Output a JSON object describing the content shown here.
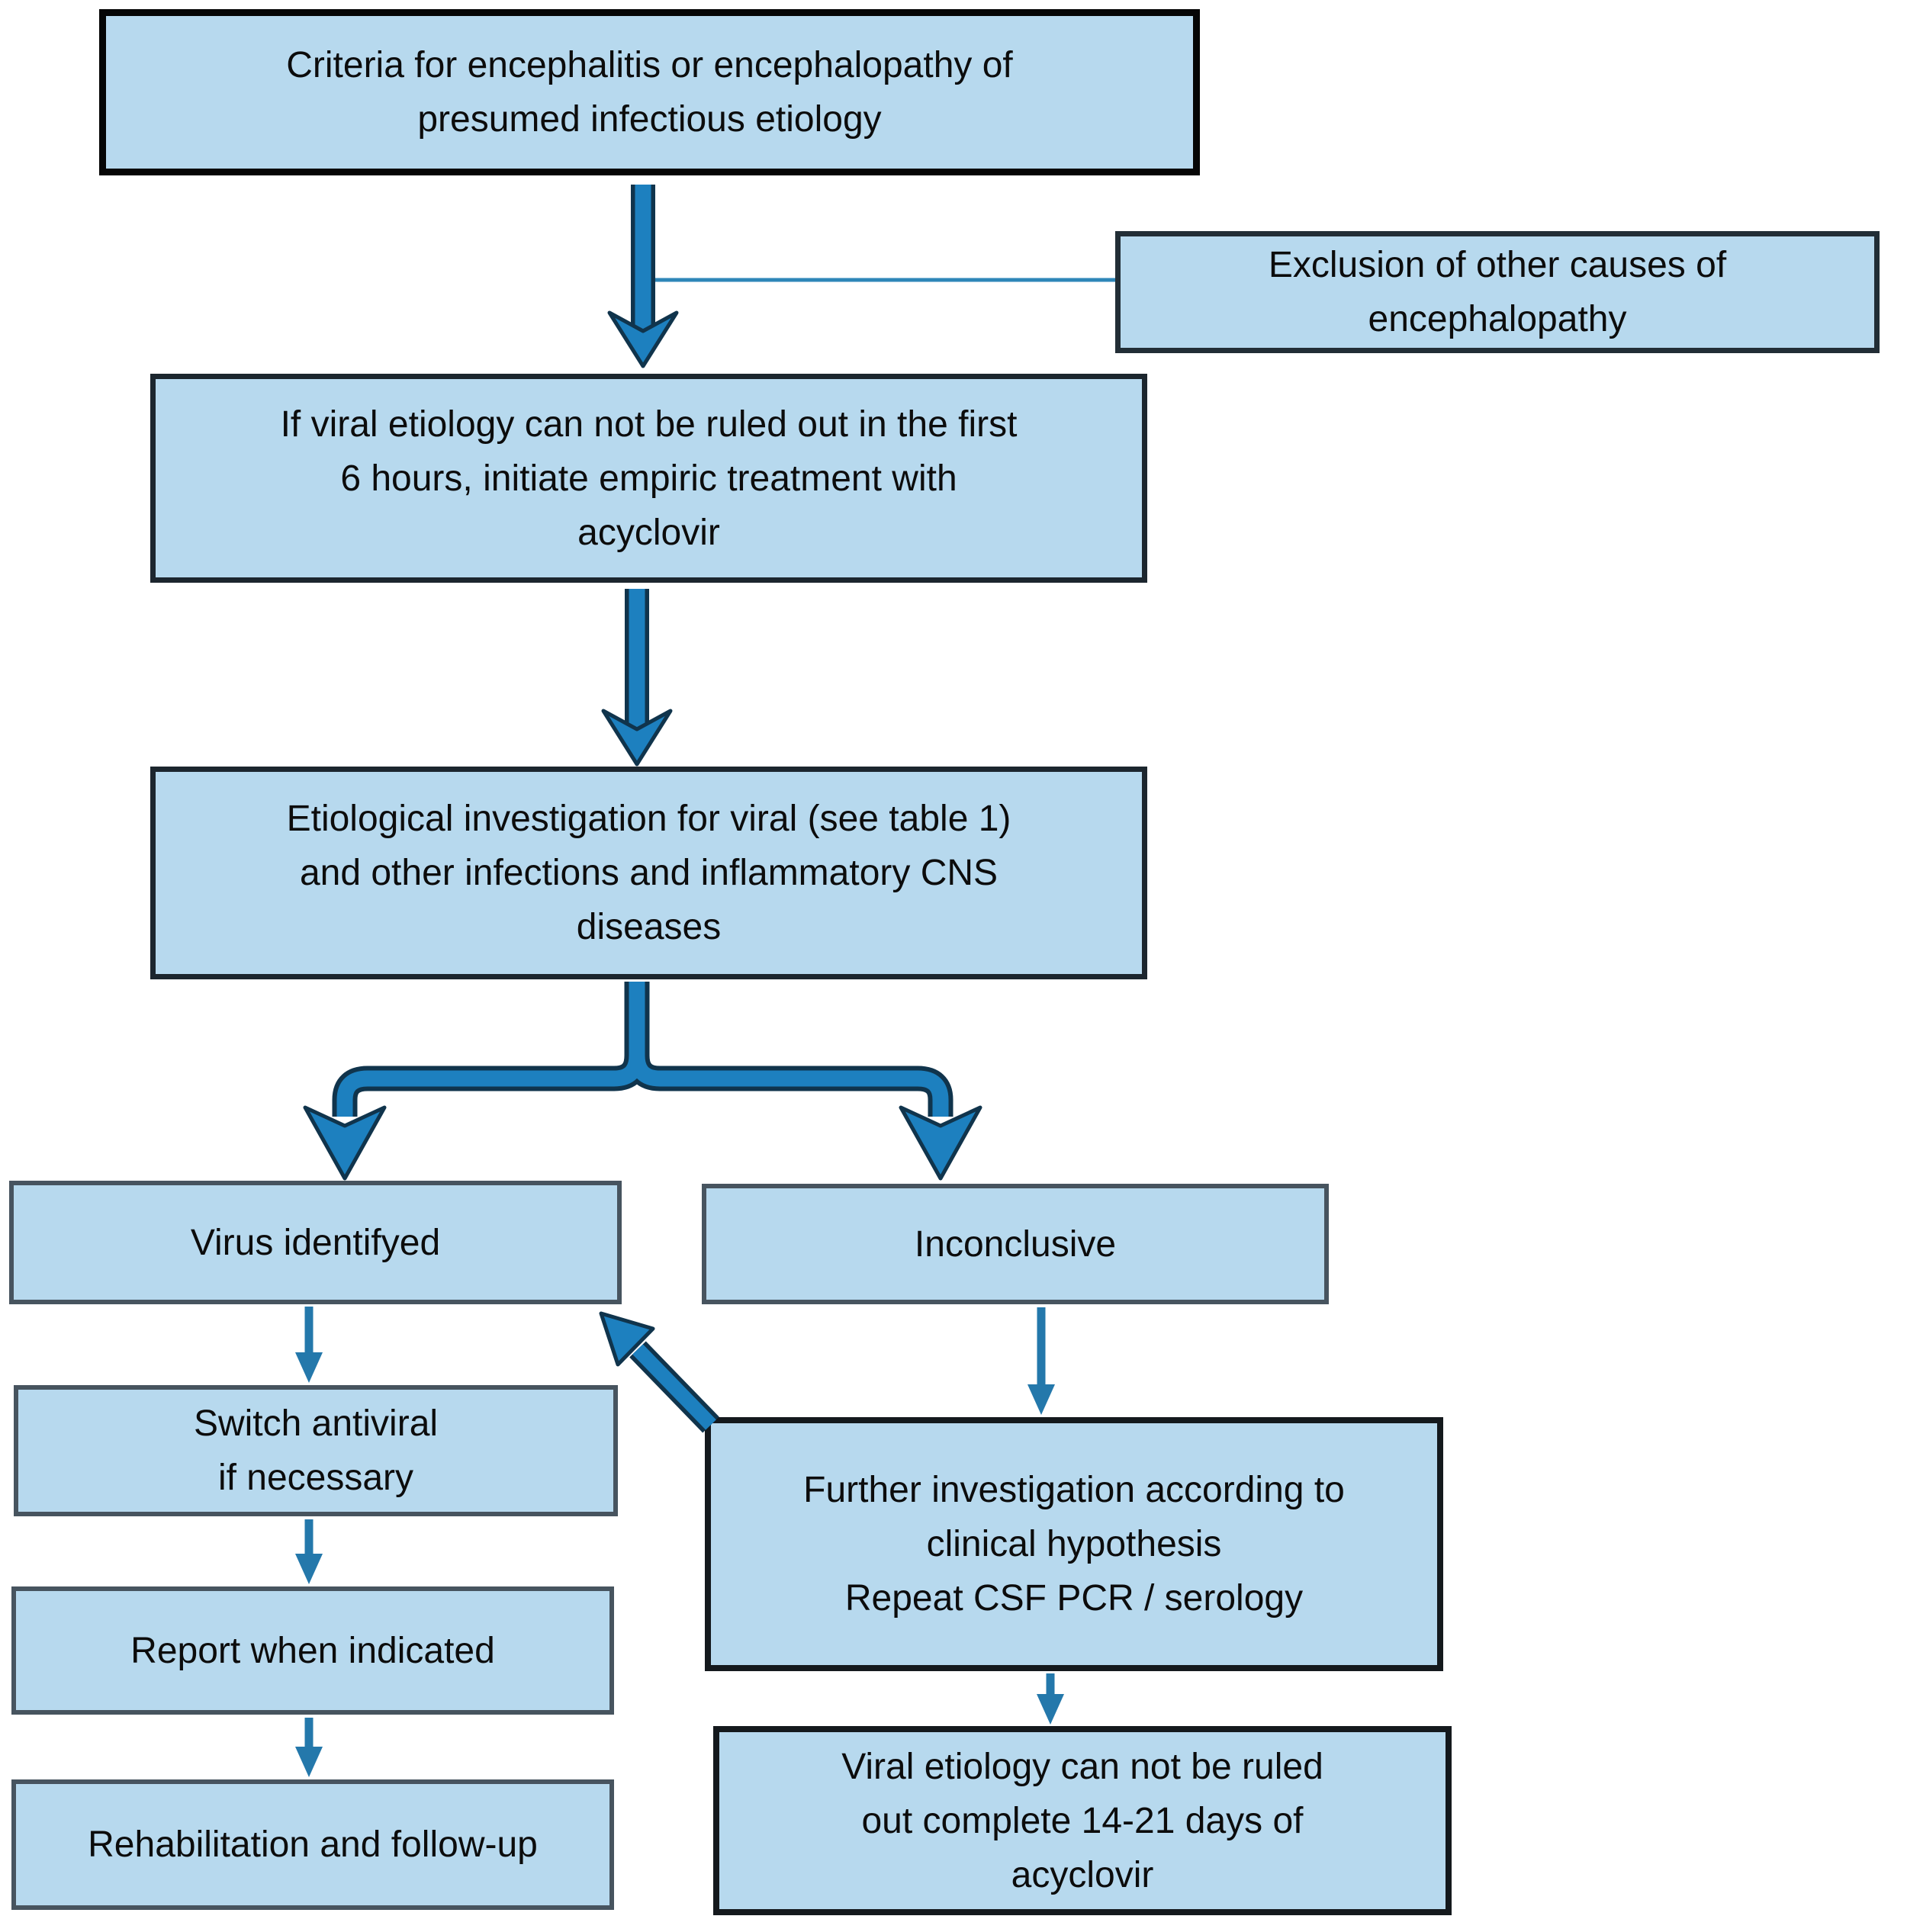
{
  "flowchart": {
    "nodes": {
      "criteria": "Criteria for encephalitis or encephalopathy of\npresumed infectious etiology",
      "exclusion": "Exclusion of other causes of\nencephalopathy",
      "empiric_treatment": "If viral etiology can not be ruled out in the first\n6 hours, initiate empiric treatment with\nacyclovir",
      "etiological_investigation": "Etiological investigation for viral (see table 1)\nand other infections and inflammatory CNS\ndiseases",
      "virus_identified": "Virus identifyed",
      "inconclusive": "Inconclusive",
      "switch_antiviral": "Switch antiviral\nif necessary",
      "further_investigation": "Further investigation according to\nclinical hypothesis\nRepeat CSF PCR / serology",
      "report": "Report when indicated",
      "rehabilitation": "Rehabilitation and follow-up",
      "viral_etiology_not_ruled_out": "Viral etiology can not be ruled\nout complete 14-21 days of\nacyclovir"
    },
    "colors": {
      "node_fill": "#b7d9ee",
      "arrow_blue": "#1d80bf",
      "arrow_outline": "#10344c",
      "thin_arrow": "#2478ab",
      "link_line": "#2e86b8",
      "border_dark": "#14191d",
      "border_gray": "#47545f"
    }
  }
}
